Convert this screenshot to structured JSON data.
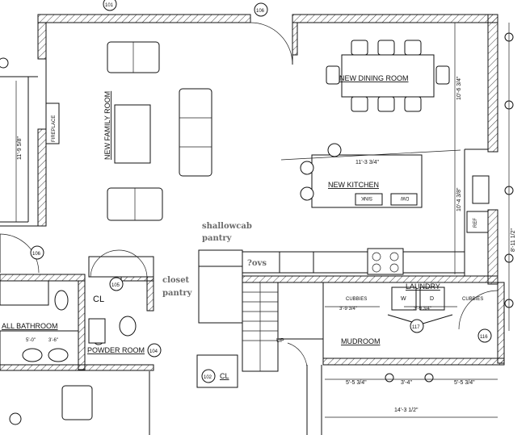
{
  "rooms": {
    "family_room": "NEW FAMILY ROOM",
    "dining_room": "NEW DINING ROOM",
    "kitchen": "NEW KITCHEN",
    "laundry": "LAUNDRY",
    "mudroom": "MUDROOM",
    "bathroom": "ALL BATHROOM",
    "powder_room": "POWDER ROOM",
    "fireplace": "FIREPLACE",
    "cl_left": "CL",
    "cl_bottom": "CL"
  },
  "annotations": {
    "shallowcab": "shallowcab",
    "pantry_1": "pantry",
    "closet": "closet",
    "pantry_2": "pantry",
    "ovs": "?ovs"
  },
  "fixtures": {
    "sink": "SINK",
    "dw": "DW",
    "cubbies_left": "CUBBIES",
    "cubbies_right": "CUBBIES",
    "w": "W",
    "d": "D",
    "up": "UP",
    "ref": "REF"
  },
  "tags": {
    "t101": "101",
    "t106_top": "106",
    "t106_left": "106",
    "t105": "105",
    "t104": "104",
    "t102": "102",
    "t116": "116",
    "t117": "117"
  },
  "dimensions": {
    "kitchen_w": "11'-3 3/4\"",
    "dining_h": "10'-6 3/4\"",
    "family_h": "11'-9 5/8\"",
    "kitchen_h": "10'-4 3/8\"",
    "right_edge": "8'-11 1/2\"",
    "laundry_l": "3'-9 3/4\"",
    "laundry_r": "3'-9 3/4\"",
    "bottom_1": "5'-5 3/4\"",
    "bottom_2": "3'-4\"",
    "bottom_3": "5'-5 3/4\"",
    "bottom_total": "14'-3 1/2\"",
    "bath_1": "5'-0\"",
    "bath_2": "3'-6\""
  }
}
